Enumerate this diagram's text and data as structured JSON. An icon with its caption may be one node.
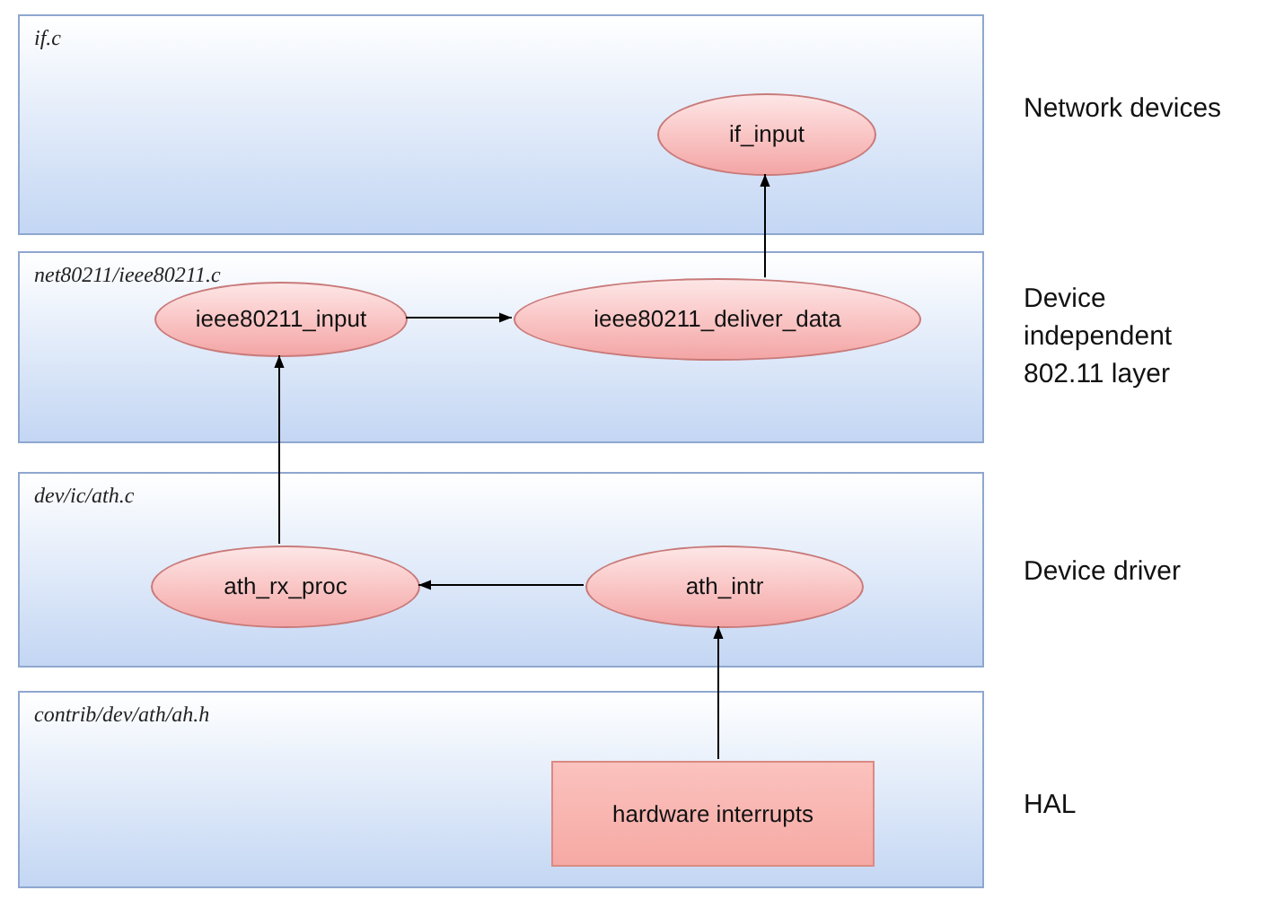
{
  "diagram": {
    "nodes": [
      {
        "text": [
          "if.c"
        ]
      },
      {
        "text": [
          "if_input"
        ],
        "in": 0
      },
      {
        "text": [
          "net80211/ieee80211.c"
        ]
      },
      {
        "text": [
          "ieee80211_input"
        ],
        "in": 2
      },
      {
        "text": [
          "ieee80211_deliver_data"
        ],
        "in": 2
      },
      {
        "text": [
          "dev/ic/ath.c"
        ]
      },
      {
        "text": [
          "ath_rx_proc"
        ],
        "in": 5
      },
      {
        "text": [
          "ath_intr"
        ],
        "in": 5
      },
      {
        "text": [
          "contrib/dev/ath/ah.h"
        ]
      },
      {
        "text": [
          "hardware interrupts"
        ],
        "in": 8
      }
    ],
    "edges": [
      {
        "from": 9,
        "to": 7,
        "arrow": "to"
      },
      {
        "from": 7,
        "to": 6,
        "arrow": "to"
      },
      {
        "from": 6,
        "to": 3,
        "arrow": "to"
      },
      {
        "from": 3,
        "to": 4,
        "arrow": "to"
      },
      {
        "from": 4,
        "to": 1,
        "arrow": "to"
      }
    ],
    "labels": [
      "Network devices",
      "Device independent 802.11 layer",
      "Device driver",
      "HAL"
    ]
  }
}
